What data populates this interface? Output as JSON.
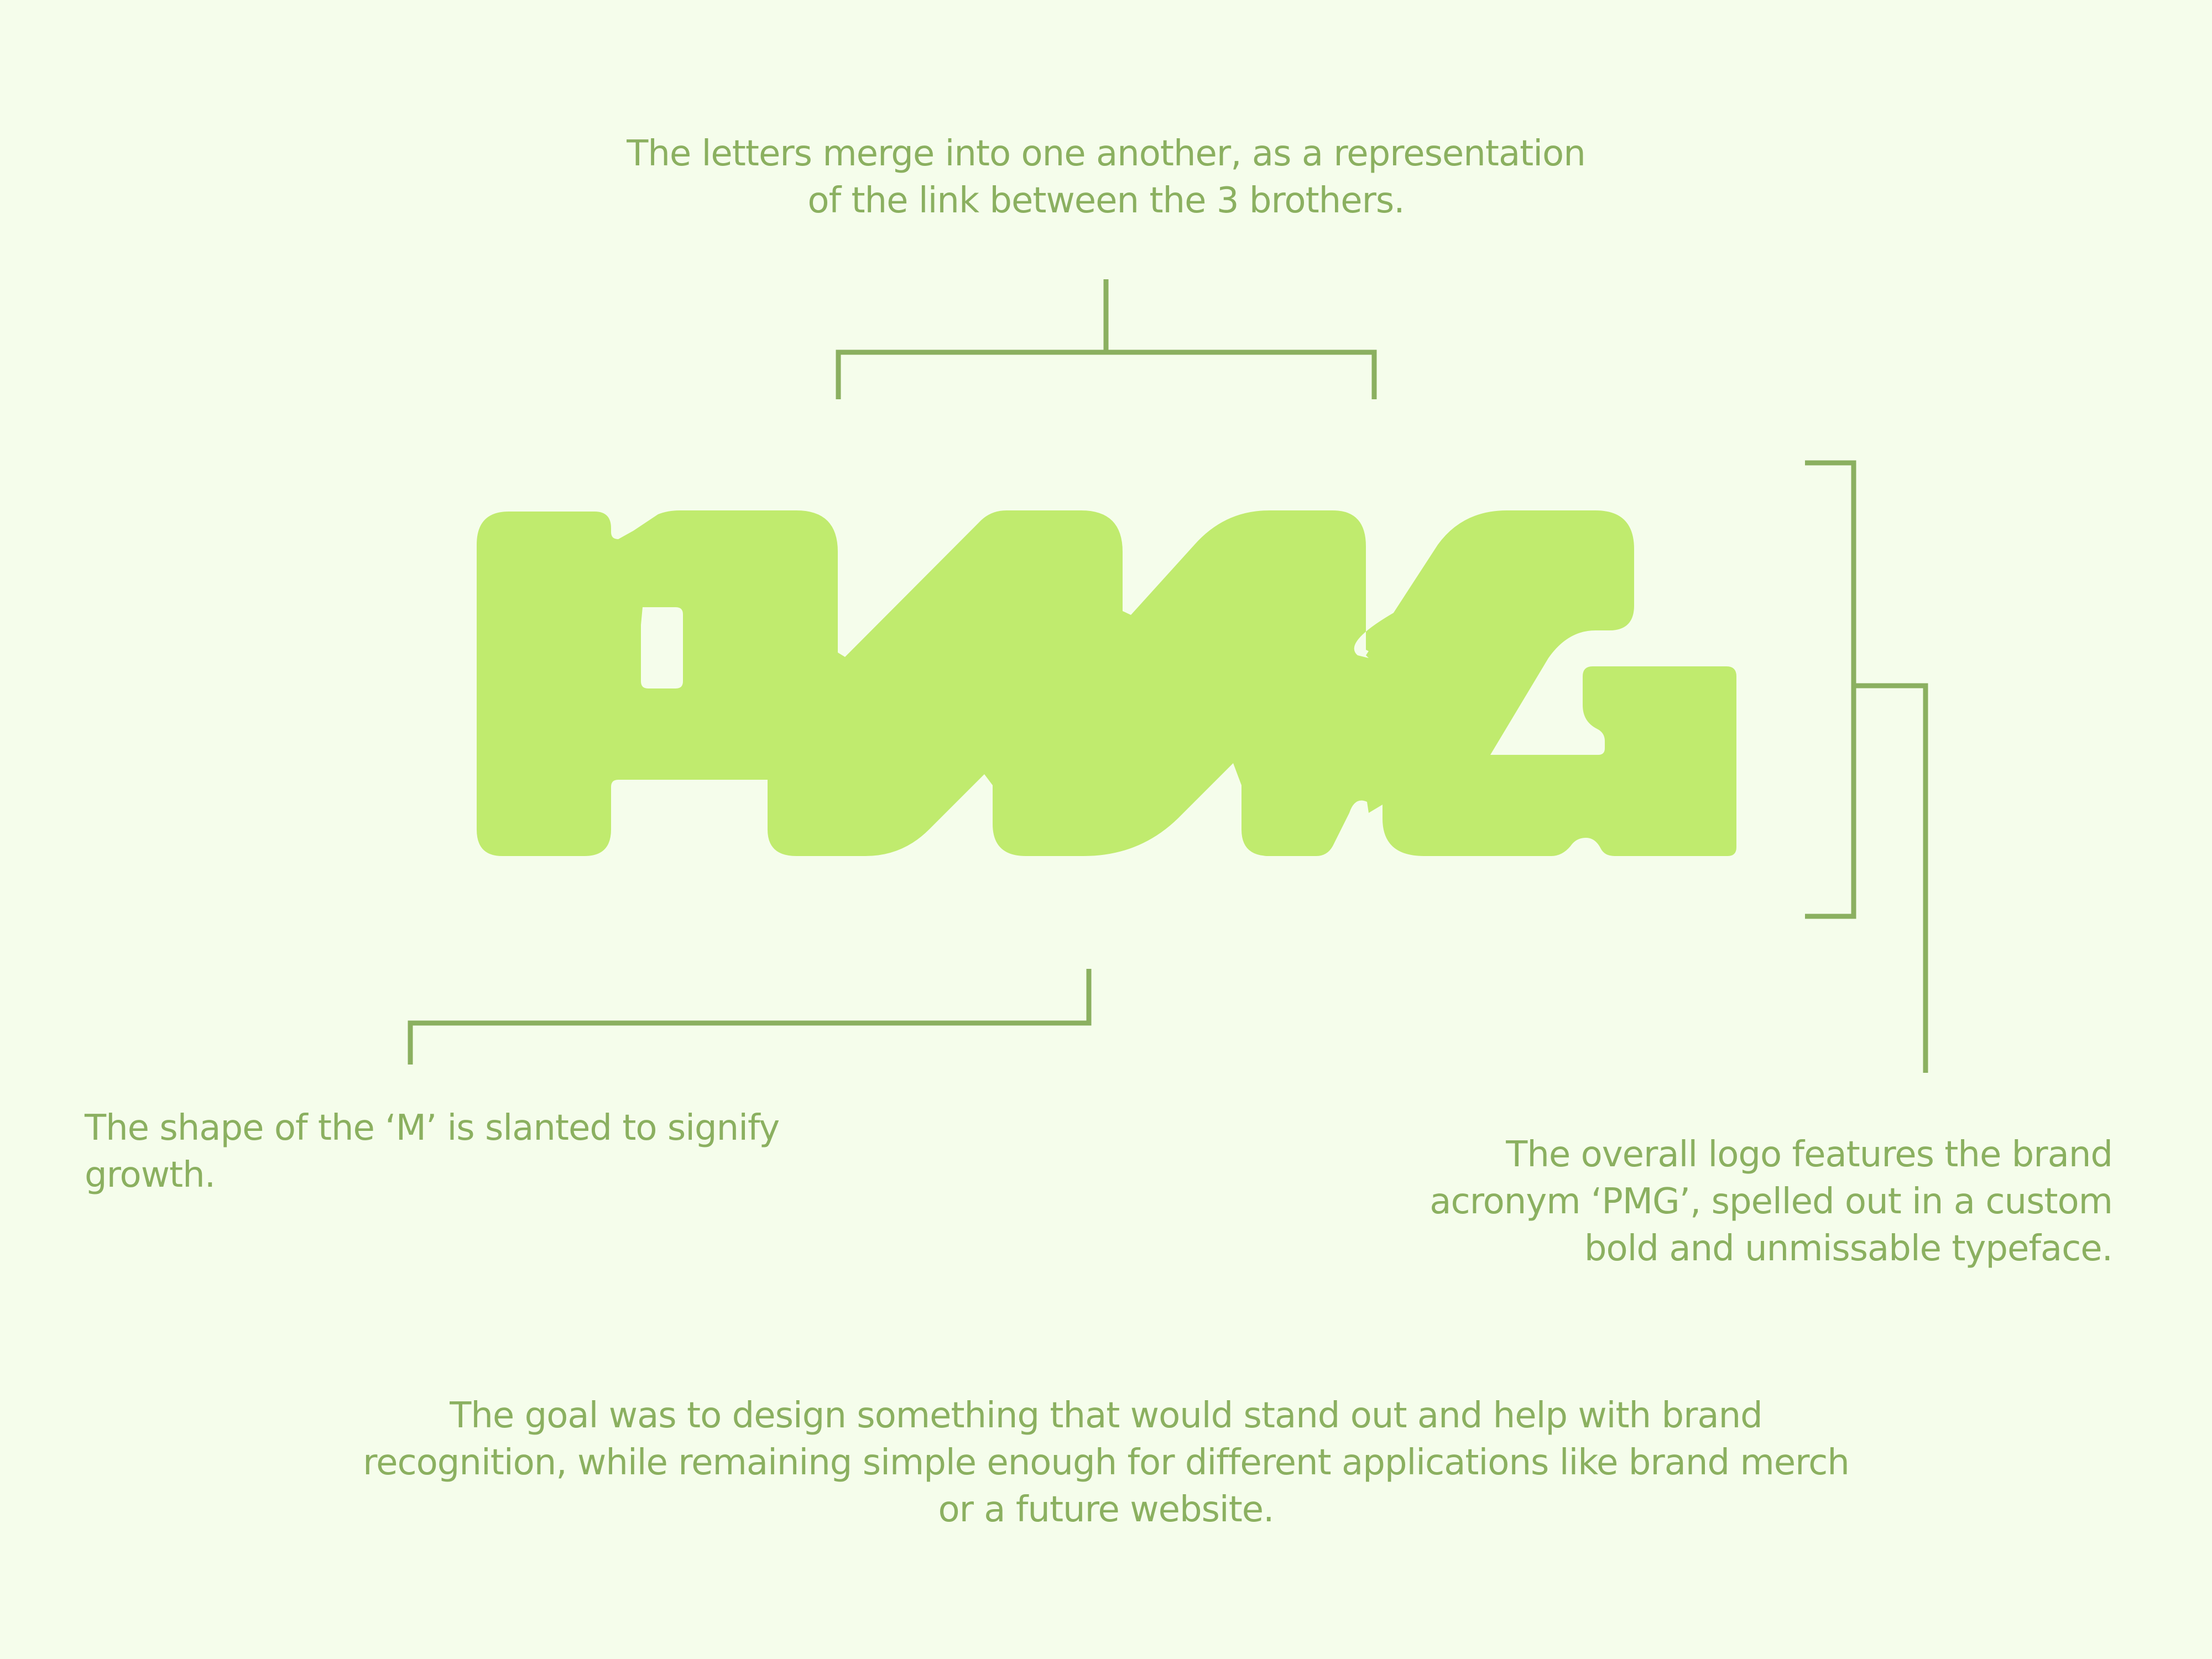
{
  "colors": {
    "background": "#f5fdeb",
    "logo_fill": "#c0eb6e",
    "annotation": "#8bb060"
  },
  "logo": {
    "text": "PMG"
  },
  "annotations": {
    "top": {
      "line1": "The letters merge into one another, as a representation",
      "line2": "of the link between the 3 brothers."
    },
    "left": {
      "line1": "The shape of the ‘M’ is slanted to signify",
      "line2": "growth."
    },
    "right": {
      "line1": "The overall logo features the brand",
      "line2": "acronym ‘PMG’, spelled out in a custom",
      "line3": "bold and unmissable typeface."
    },
    "bottom": {
      "line1": "The goal was to design something that would stand out and help with brand",
      "line2": "recognition, while remaining simple enough for different applications like brand merch",
      "line3": "or a future website."
    }
  }
}
